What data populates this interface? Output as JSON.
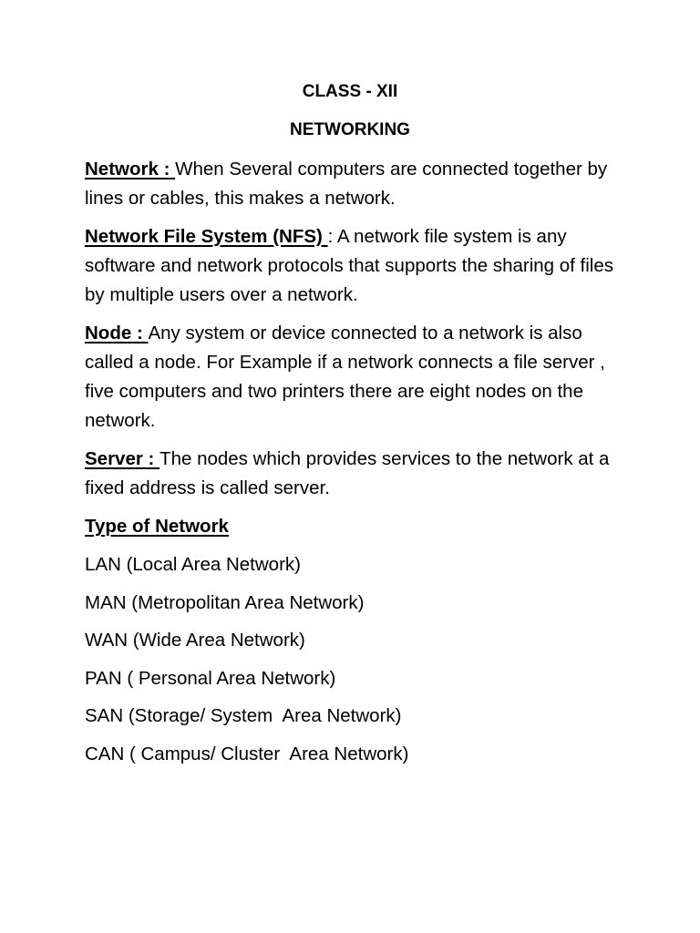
{
  "document": {
    "class_title": "CLASS - XII",
    "subject_title": "NETWORKING",
    "definitions": [
      {
        "term": "Network : ",
        "text": " When Several computers are connected together by lines or cables, this makes a network."
      },
      {
        "term": "Network File System (NFS) ",
        "text": " : A network file system is any software and network protocols that supports the sharing of files by multiple users over a network."
      },
      {
        "term": "Node : ",
        "text": " Any system or device connected to a network is also called a node. For Example if a network connects a file server , five computers and two printers there are eight nodes on the network."
      },
      {
        "term": "Server : ",
        "text": " The nodes which provides services to the network at a fixed address is called server."
      }
    ],
    "types_heading": "Type of Network",
    "types": [
      "LAN (Local Area Network)",
      "MAN (Metropolitan Area Network)",
      "WAN (Wide Area Network)",
      "PAN ( Personal Area Network)",
      "SAN (Storage/ System  Area Network)",
      "CAN ( Campus/ Cluster  Area Network)"
    ]
  }
}
